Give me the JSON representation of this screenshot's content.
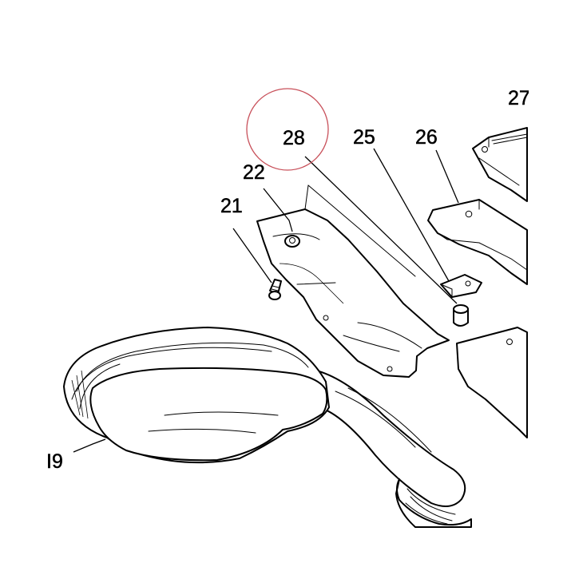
{
  "callouts": {
    "c19": "I9",
    "c21": "21",
    "c22": "22",
    "c25": "25",
    "c26": "26",
    "c27": "27",
    "c28": "28"
  },
  "highlight_color": "#c8505a",
  "line_color": "#000000"
}
